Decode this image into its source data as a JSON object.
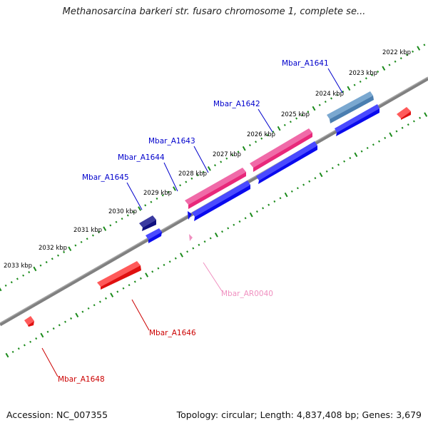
{
  "title": "Methanosarcina barkeri str. fusaro chromosome 1, complete se...",
  "footer": {
    "accession": "Accession: NC_007355",
    "stats": "Topology: circular; Length: 4,837,408 bp; Genes: 3,679"
  },
  "colors": {
    "backbone": "#808080",
    "ticks": "#1a8a1a",
    "gene_forward_blue": "#0a0aee",
    "gene_navy": "#101080",
    "gene_pink": "#e8287a",
    "gene_steel": "#4a7eb0",
    "gene_red": "#e01010",
    "rna_pink": "#f090c0"
  },
  "kbp_labels": [
    "2022 kbp",
    "2023 kbp",
    "2024 kbp",
    "2025 kbp",
    "2026 kbp",
    "2027 kbp",
    "2028 kbp",
    "2029 kbp",
    "2030 kbp",
    "2031 kbp",
    "2032 kbp",
    "2033 kbp"
  ],
  "gene_labels": {
    "a1641": "Mbar_A1641",
    "a1642": "Mbar_A1642",
    "a1643": "Mbar_A1643",
    "a1644": "Mbar_A1644",
    "a1645": "Mbar_A1645",
    "a1646": "Mbar_A1646",
    "a1648": "Mbar_A1648",
    "ar0040": "Mbar_AR0040"
  }
}
